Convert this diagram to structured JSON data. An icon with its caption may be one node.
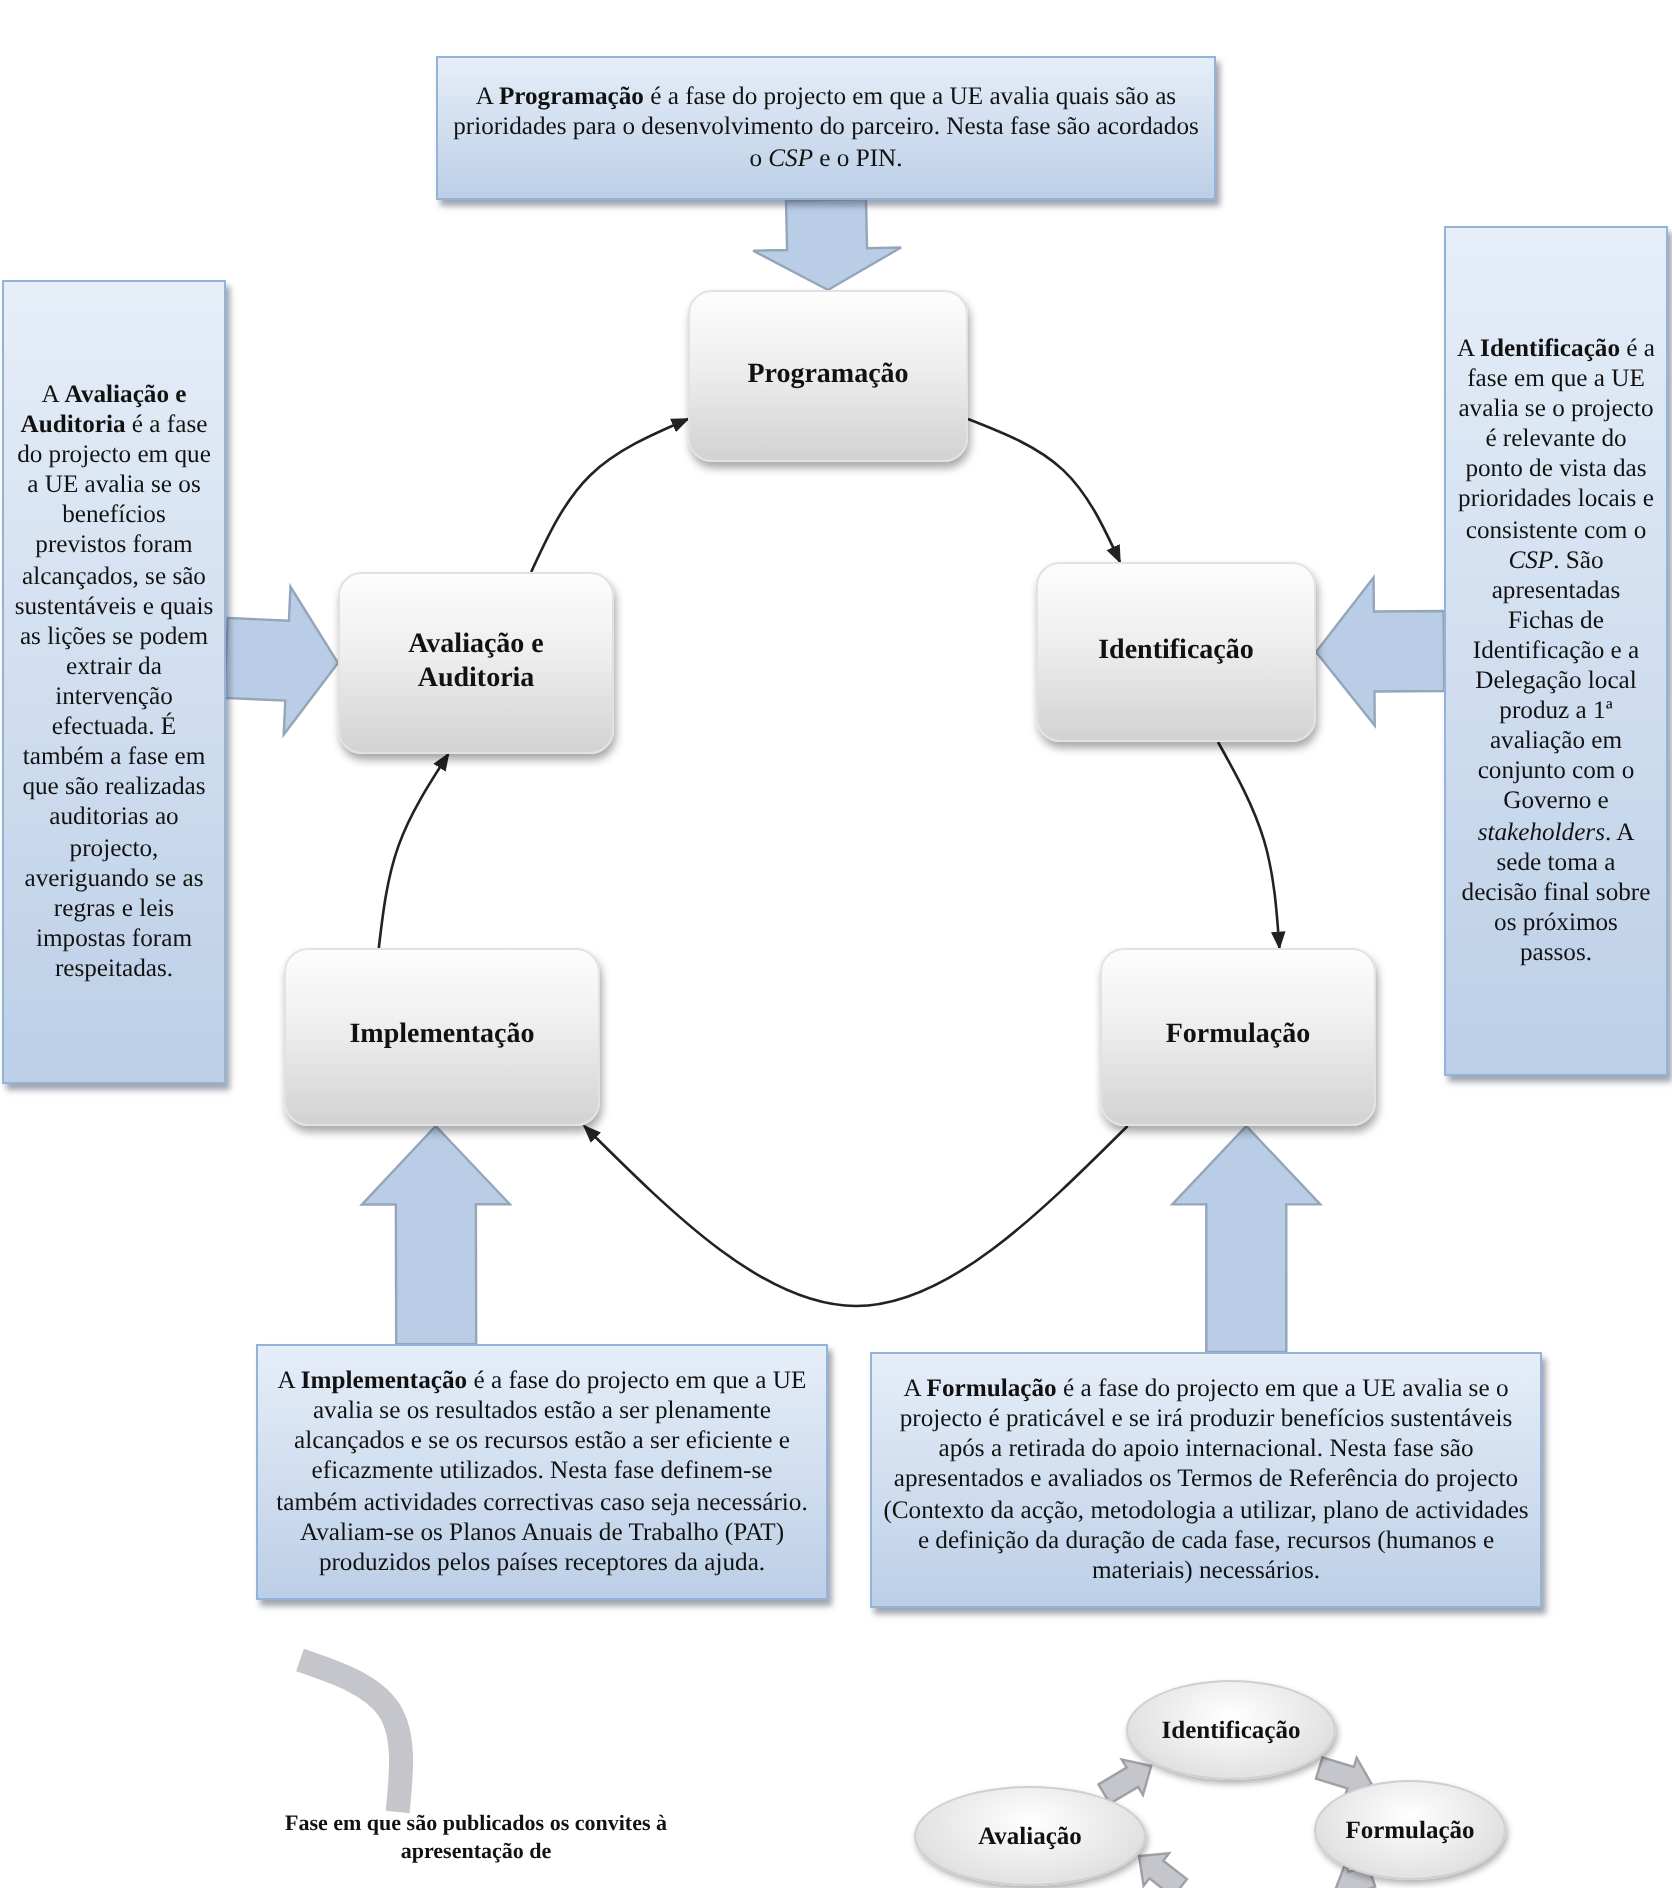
{
  "diagram": {
    "nodes": [
      {
        "text": [
          "A **Programação** é a fase do projecto em que a UE avalia quais são as prioridades para o desenvolvimento do parceiro. Nesta fase são acordados o *CSP* e o PIN."
        ]
      },
      {
        "text": [
          "Programação"
        ]
      },
      {
        "text": [
          "Identificação"
        ]
      },
      {
        "text": [
          "Formulação"
        ]
      },
      {
        "text": [
          "Implementação"
        ]
      },
      {
        "text": [
          "Avaliação e Auditoria"
        ]
      },
      {
        "text": [
          "A **Identificação** é a fase em que a UE avalia se o projecto é relevante do ponto de vista das prioridades locais e consistente com o *CSP*. São apresentadas Fichas de Identificação e a Delegação local produz a 1ª avaliação em conjunto com o Governo e *stakeholders*. A sede toma a decisão final sobre os próximos passos."
        ]
      },
      {
        "text": [
          "A **Avaliação e Auditoria** é a fase do projecto em que a UE avalia se os benefícios previstos foram alcançados, se são sustentáveis e quais as lições se podem extrair da intervenção efectuada. É também a fase em que são realizadas auditorias ao projecto, averiguando se as regras e leis impostas foram respeitadas."
        ]
      },
      {
        "text": [
          "A **Implementação** é a fase do projecto em que a UE avalia se os resultados estão a ser plenamente alcançados e se os recursos estão a ser eficiente e eficazmente utilizados. Nesta fase definem-se também actividades correctivas caso seja necessário. Avaliam-se os Planos Anuais de Trabalho (PAT) produzidos pelos países receptores da ajuda."
        ]
      },
      {
        "text": [
          "A **Formulação** é a fase do projecto em que a UE avalia se o projecto é praticável e se irá produzir benefícios sustentáveis após a retirada do apoio internacional. Nesta fase são apresentados e avaliados os Termos de Referência do projecto (Contexto da acção, metodologia a utilizar, plano de actividades e definição da duração de cada fase, recursos (humanos e materiais) necessários."
        ]
      },
      {
        "text": [
          "Fase em que são publicados os convites à apresentação de"
        ]
      },
      {
        "text": [
          "Identificação"
        ]
      },
      {
        "text": [
          "Avaliação"
        ]
      },
      {
        "text": [
          "Formulação"
        ]
      }
    ],
    "edges": [
      {
        "from": 0,
        "to": 1,
        "arrow": "to",
        "style": "thick",
        "color": "#b9cde6"
      },
      {
        "from": 6,
        "to": 2,
        "arrow": "to",
        "style": "thick",
        "color": "#b9cde6"
      },
      {
        "from": 7,
        "to": 5,
        "arrow": "to",
        "style": "thick",
        "color": "#b9cde6"
      },
      {
        "from": 8,
        "to": 4,
        "arrow": "to",
        "style": "thick",
        "color": "#b9cde6"
      },
      {
        "from": 9,
        "to": 3,
        "arrow": "to",
        "style": "thick",
        "color": "#b9cde6"
      },
      {
        "from": 1,
        "to": 2,
        "arrow": "to"
      },
      {
        "from": 2,
        "to": 3,
        "arrow": "to"
      },
      {
        "from": 3,
        "to": 4,
        "arrow": "to"
      },
      {
        "from": 4,
        "to": 5,
        "arrow": "to"
      },
      {
        "from": 5,
        "to": 1,
        "arrow": "to"
      },
      {
        "from": null,
        "to": 10,
        "arrow": "none",
        "style": "thick",
        "color": "#c4c6cc"
      },
      {
        "from": 12,
        "to": 11,
        "arrow": "to",
        "style": "thick",
        "color": "#c4c6cc"
      },
      {
        "from": 11,
        "to": 13,
        "arrow": "to",
        "style": "thick",
        "color": "#c4c6cc"
      },
      {
        "from": 13,
        "to": null,
        "arrow": "to",
        "style": "thick",
        "color": "#c4c6cc"
      },
      {
        "from": null,
        "to": 12,
        "arrow": "to",
        "style": "thick",
        "color": "#c4c6cc"
      }
    ]
  }
}
